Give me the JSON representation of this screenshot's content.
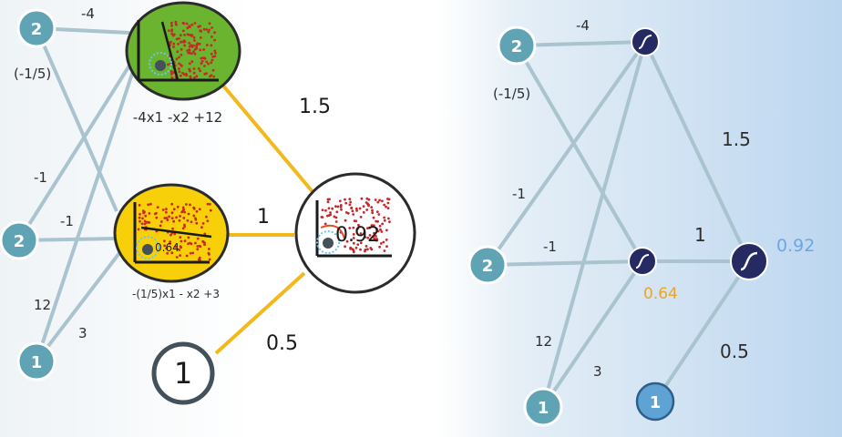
{
  "left_diagram": {
    "inputs": {
      "x1": "2",
      "x2": "2",
      "bias": "1"
    },
    "weights": {
      "x1_to_top": "-4",
      "x1_to_bottom": "(-1/5)",
      "x2_to_top": "-1",
      "x2_to_bottom": "-1",
      "bias_to_top": "12",
      "bias_to_bottom": "3"
    },
    "hidden_top_equation": "-4x1 -x2 +12",
    "hidden_bottom_equation": "-(1/5)x1 - x2 +3",
    "hidden_bottom_value": "0.64",
    "output_value": "0.92",
    "output_weights": {
      "from_top": "1.5",
      "from_bottom": "1",
      "from_bias": "0.5"
    },
    "output_bias_node": "1"
  },
  "right_diagram": {
    "inputs": {
      "x1": "2",
      "x2": "2",
      "bias": "1"
    },
    "weights": {
      "x1_to_top": "-4",
      "x1_to_bottom": "(-1/5)",
      "x2_to_top": "-1",
      "x2_to_bottom": "-1",
      "bias_to_top": "12",
      "bias_to_bottom": "3"
    },
    "hidden_bottom_value": "0.64",
    "output_value": "0.92",
    "output_weights": {
      "from_top": "1.5",
      "from_bottom": "1",
      "from_bias": "0.5"
    },
    "output_bias_node": "1"
  },
  "colors": {
    "input_node": "#5fa3b4",
    "edge": "#a9c4cf",
    "left_output_edge": "#f2b81c",
    "top_hidden_fill": "#6ab42f",
    "bottom_hidden_fill": "#f7d009",
    "sigmoid_node": "#252a63",
    "value_orange": "#e8a52b",
    "value_blue": "#6ea6e3"
  }
}
